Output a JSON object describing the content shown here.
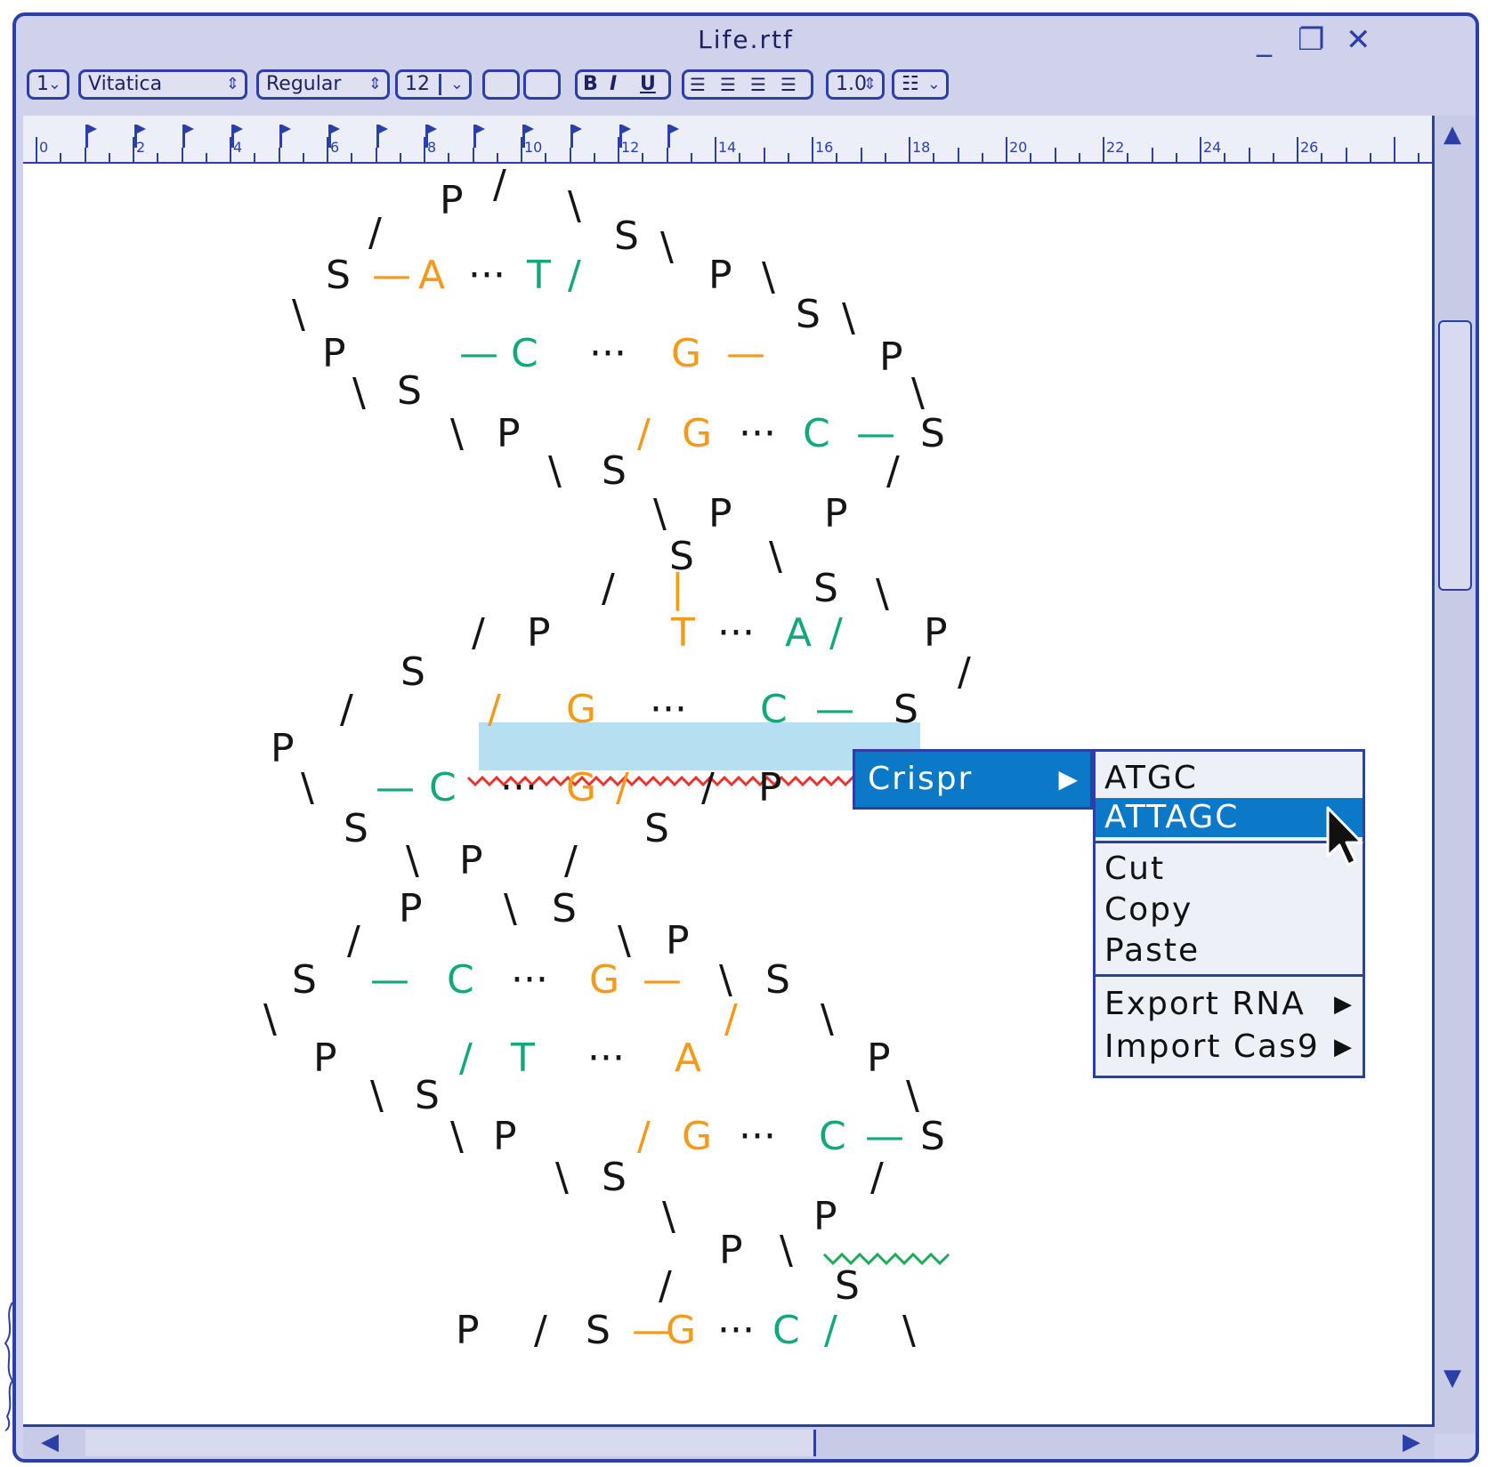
{
  "window": {
    "title": "Life.rtf",
    "controls": {
      "minimize": "_",
      "restore": "❐",
      "close": "✕"
    }
  },
  "toolbar": {
    "style_picker": "1",
    "font": "Vitatica",
    "weight": "Regular",
    "size": "12",
    "bold": "B",
    "italic": "I",
    "underline": "U",
    "spacing": "1.0"
  },
  "ruler": {
    "labels": [
      "0",
      "2",
      "4",
      "6",
      "8",
      "10",
      "12",
      "14",
      "16",
      "18",
      "20",
      "22",
      "24",
      "26"
    ]
  },
  "document": {
    "glyphs": [
      {
        "t": "/",
        "c": "blk"
      },
      {
        "t": "P",
        "c": "blk"
      },
      {
        "t": "\\",
        "c": "blk"
      },
      {
        "t": "/",
        "c": "blk"
      },
      {
        "t": "S",
        "c": "blk"
      },
      {
        "t": "\\",
        "c": "blk"
      },
      {
        "t": "S",
        "c": "blk"
      },
      {
        "t": "—",
        "c": "org"
      },
      {
        "t": "A",
        "c": "org"
      },
      {
        "t": "···",
        "c": "blk"
      },
      {
        "t": "T",
        "c": "grn"
      },
      {
        "t": "/",
        "c": "grn"
      },
      {
        "t": "P",
        "c": "blk"
      },
      {
        "t": "\\",
        "c": "blk"
      },
      {
        "t": "\\",
        "c": "blk"
      },
      {
        "t": "S",
        "c": "blk"
      },
      {
        "t": "\\",
        "c": "blk"
      },
      {
        "t": "P",
        "c": "blk"
      },
      {
        "t": "—",
        "c": "grn"
      },
      {
        "t": "C",
        "c": "grn"
      },
      {
        "t": "···",
        "c": "blk"
      },
      {
        "t": "G",
        "c": "org"
      },
      {
        "t": "—",
        "c": "org"
      },
      {
        "t": "P",
        "c": "blk"
      },
      {
        "t": "\\",
        "c": "blk"
      },
      {
        "t": "S",
        "c": "blk"
      },
      {
        "t": "\\",
        "c": "blk"
      },
      {
        "t": "\\",
        "c": "blk"
      },
      {
        "t": "P",
        "c": "blk"
      },
      {
        "t": "/",
        "c": "org"
      },
      {
        "t": "G",
        "c": "org"
      },
      {
        "t": "···",
        "c": "blk"
      },
      {
        "t": "C",
        "c": "grn"
      },
      {
        "t": "—",
        "c": "grn"
      },
      {
        "t": "S",
        "c": "blk"
      },
      {
        "t": "\\",
        "c": "blk"
      },
      {
        "t": "S",
        "c": "blk"
      },
      {
        "t": "/",
        "c": "blk"
      },
      {
        "t": "\\",
        "c": "blk"
      },
      {
        "t": "P",
        "c": "blk"
      },
      {
        "t": "P",
        "c": "blk"
      },
      {
        "t": "S",
        "c": "blk"
      },
      {
        "t": "\\",
        "c": "blk"
      },
      {
        "t": "/",
        "c": "blk"
      },
      {
        "t": "|",
        "c": "org"
      },
      {
        "t": "S",
        "c": "blk"
      },
      {
        "t": "\\",
        "c": "blk"
      },
      {
        "t": "/",
        "c": "blk"
      },
      {
        "t": "P",
        "c": "blk"
      },
      {
        "t": "T",
        "c": "org"
      },
      {
        "t": "···",
        "c": "blk"
      },
      {
        "t": "A",
        "c": "grn"
      },
      {
        "t": "/",
        "c": "grn"
      },
      {
        "t": "P",
        "c": "blk"
      },
      {
        "t": "S",
        "c": "blk"
      },
      {
        "t": "/",
        "c": "blk"
      },
      {
        "t": "/",
        "c": "blk"
      },
      {
        "t": "/",
        "c": "org"
      },
      {
        "t": "G",
        "c": "org"
      },
      {
        "t": "···",
        "c": "blk"
      },
      {
        "t": "C",
        "c": "grn"
      },
      {
        "t": "—",
        "c": "grn"
      },
      {
        "t": "S",
        "c": "blk"
      },
      {
        "t": "P",
        "c": "blk"
      },
      {
        "t": "\\",
        "c": "blk"
      },
      {
        "t": "—",
        "c": "grn"
      },
      {
        "t": "C",
        "c": "grn"
      },
      {
        "t": "···",
        "c": "blk"
      },
      {
        "t": "G",
        "c": "org"
      },
      {
        "t": "/",
        "c": "org"
      },
      {
        "t": "/",
        "c": "blk"
      },
      {
        "t": "P",
        "c": "blk"
      },
      {
        "t": "S",
        "c": "blk"
      },
      {
        "t": "S",
        "c": "blk"
      },
      {
        "t": "\\",
        "c": "blk"
      },
      {
        "t": "P",
        "c": "blk"
      },
      {
        "t": "/",
        "c": "blk"
      },
      {
        "t": "P",
        "c": "blk"
      },
      {
        "t": "\\",
        "c": "blk"
      },
      {
        "t": "S",
        "c": "blk"
      },
      {
        "t": "/",
        "c": "blk"
      },
      {
        "t": "\\",
        "c": "blk"
      },
      {
        "t": "P",
        "c": "blk"
      },
      {
        "t": "S",
        "c": "blk"
      },
      {
        "t": "—",
        "c": "grn"
      },
      {
        "t": "C",
        "c": "grn"
      },
      {
        "t": "···",
        "c": "blk"
      },
      {
        "t": "G",
        "c": "org"
      },
      {
        "t": "—",
        "c": "org"
      },
      {
        "t": "\\",
        "c": "blk"
      },
      {
        "t": "S",
        "c": "blk"
      },
      {
        "t": "\\",
        "c": "blk"
      },
      {
        "t": "/",
        "c": "org"
      },
      {
        "t": "\\",
        "c": "blk"
      },
      {
        "t": "P",
        "c": "blk"
      },
      {
        "t": "/",
        "c": "grn"
      },
      {
        "t": "T",
        "c": "grn"
      },
      {
        "t": "···",
        "c": "blk"
      },
      {
        "t": "A",
        "c": "org"
      },
      {
        "t": "P",
        "c": "blk"
      },
      {
        "t": "\\",
        "c": "blk"
      },
      {
        "t": "S",
        "c": "blk"
      },
      {
        "t": "\\",
        "c": "blk"
      },
      {
        "t": "\\",
        "c": "blk"
      },
      {
        "t": "P",
        "c": "blk"
      },
      {
        "t": "/",
        "c": "org"
      },
      {
        "t": "G",
        "c": "org"
      },
      {
        "t": "···",
        "c": "blk"
      },
      {
        "t": "C",
        "c": "grn"
      },
      {
        "t": "—",
        "c": "grn"
      },
      {
        "t": "S",
        "c": "blk"
      },
      {
        "t": "\\",
        "c": "blk"
      },
      {
        "t": "S",
        "c": "blk"
      },
      {
        "t": "/",
        "c": "blk"
      },
      {
        "t": "\\",
        "c": "blk"
      },
      {
        "t": "P",
        "c": "blk"
      },
      {
        "t": "P",
        "c": "blk"
      },
      {
        "t": "\\",
        "c": "blk"
      },
      {
        "t": "/",
        "c": "blk"
      },
      {
        "t": "S",
        "c": "blk"
      },
      {
        "t": "P",
        "c": "blk"
      },
      {
        "t": "/",
        "c": "blk"
      },
      {
        "t": "S",
        "c": "blk"
      },
      {
        "t": "—",
        "c": "org"
      },
      {
        "t": "G",
        "c": "org"
      },
      {
        "t": "···",
        "c": "blk"
      },
      {
        "t": "C",
        "c": "grn"
      },
      {
        "t": "/",
        "c": "grn"
      },
      {
        "t": "\\",
        "c": "blk"
      }
    ]
  },
  "context_menu": {
    "parent": {
      "label": "Crispr",
      "submenu_arrow": "▶"
    },
    "items": {
      "atgc": "ATGC",
      "attagc": "ATTAGC",
      "cut": "Cut",
      "copy": "Copy",
      "paste": "Paste",
      "export_rna": "Export RNA",
      "import_cas9": "Import Cas9",
      "submenu_arrow": "▶"
    }
  },
  "colors": {
    "frame": "#2c3fa8",
    "chrome": "#cfd2ea",
    "menu_highlight": "#0b78c8",
    "selection": "#b6dff2",
    "base_orange": "#f39a1c",
    "base_green": "#12a87e",
    "spell_red": "#e8342a",
    "spell_green": "#1faa5a"
  }
}
